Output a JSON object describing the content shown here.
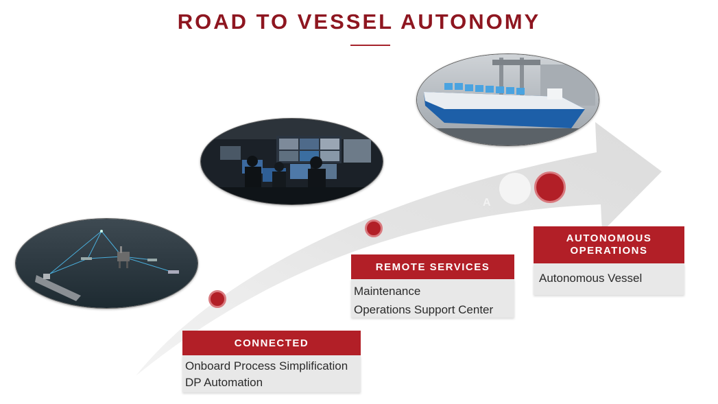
{
  "title": "ROAD TO VESSEL AUTONOMY",
  "colors": {
    "title": "#8e1620",
    "accent_red": "#b21f27",
    "card_body": "#e8e8e8",
    "arrow": "#e6e6e6"
  },
  "stages": [
    {
      "heading": "CONNECTED",
      "items": [
        "Onboard Process Simplification",
        "DP Automation"
      ],
      "image": "offshore-platform-network-photo"
    },
    {
      "heading": "REMOTE SERVICES",
      "items": [
        "Maintenance",
        "Operations Support Center"
      ],
      "image": "control-room-photo"
    },
    {
      "heading_lines": [
        "AUTONOMOUS",
        "OPERATIONS"
      ],
      "items": [
        "Autonomous Vessel"
      ],
      "image": "autonomous-ship-photo"
    }
  ],
  "ghost_letter": "A"
}
